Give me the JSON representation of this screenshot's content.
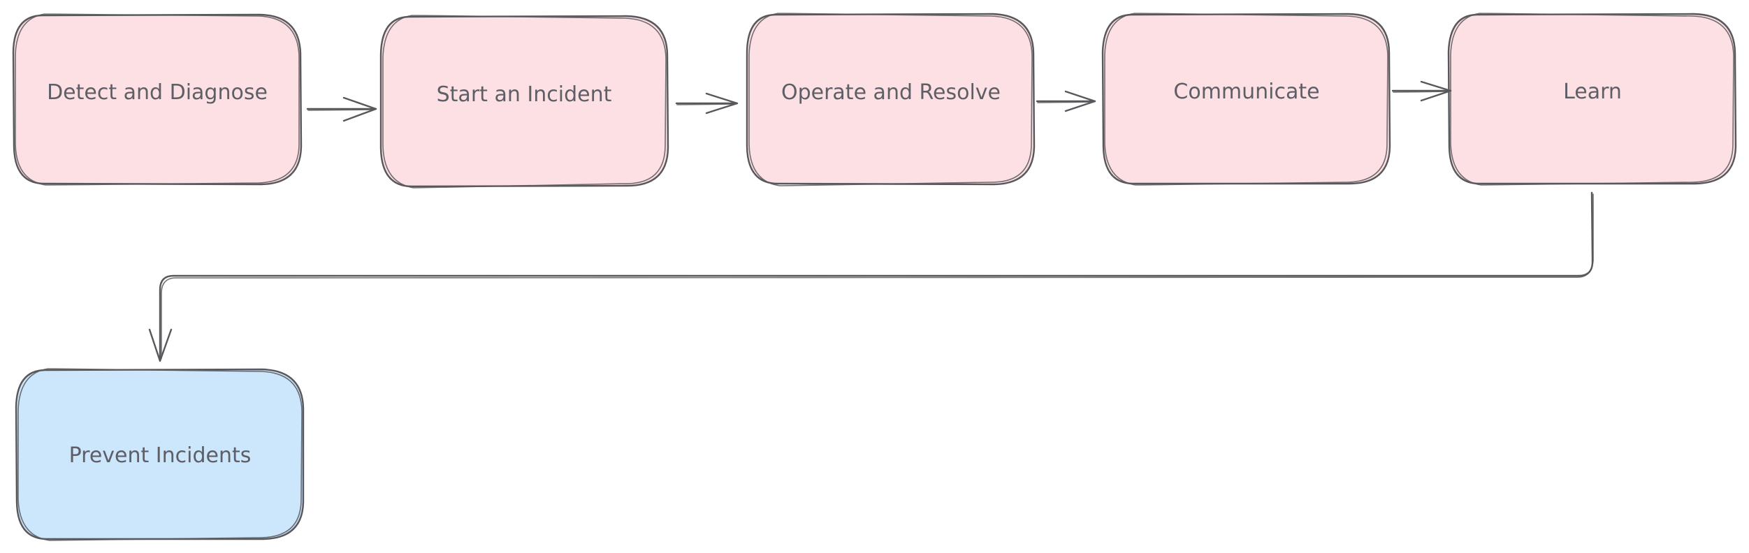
{
  "diagram": {
    "colors": {
      "step_fill": "#fde0e3",
      "final_fill": "#cce6fc",
      "stroke": "#58585c",
      "label": "#5e5e66"
    },
    "nodes": [
      {
        "id": "detect",
        "label": "Detect and Diagnose"
      },
      {
        "id": "start",
        "label": "Start an Incident"
      },
      {
        "id": "operate",
        "label": "Operate and Resolve"
      },
      {
        "id": "communicate",
        "label": "Communicate"
      },
      {
        "id": "learn",
        "label": "Learn"
      },
      {
        "id": "prevent",
        "label": "Prevent Incidents"
      }
    ],
    "edges": [
      {
        "from": "detect",
        "to": "start"
      },
      {
        "from": "start",
        "to": "operate"
      },
      {
        "from": "operate",
        "to": "communicate"
      },
      {
        "from": "communicate",
        "to": "learn"
      },
      {
        "from": "learn",
        "to": "prevent"
      }
    ]
  }
}
